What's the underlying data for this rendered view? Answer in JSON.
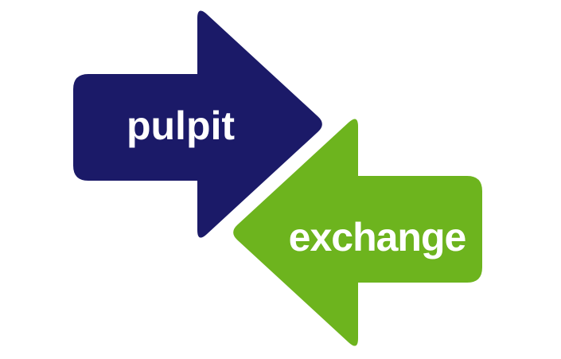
{
  "logo": {
    "brand": "pulpit exchange",
    "words": {
      "first": "pulpit",
      "second": "exchange"
    },
    "colors": {
      "navy": "#1b1a68",
      "green": "#6db41e",
      "text": "#ffffff",
      "background": "#ffffff",
      "keyline": "#ffffff"
    }
  }
}
